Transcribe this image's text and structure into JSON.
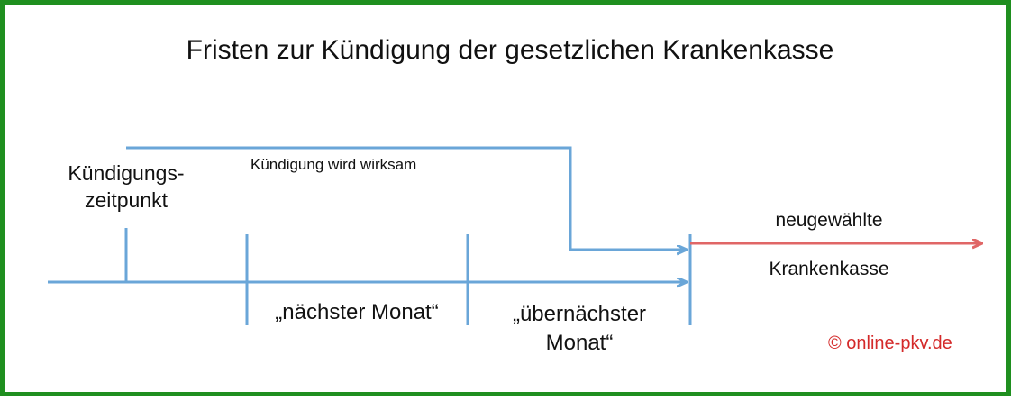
{
  "title": "Fristen zur Kündigung der gesetzlichen Krankenkasse",
  "labels": {
    "kuendigungszeitpunkt": "Kündigungs-\nzeitpunkt",
    "kuendigung_wirksam": "Kündigung wird wirksam",
    "naechster_monat": "„nächster Monat“",
    "uebernaechster_monat": "„übernächster\nMonat“",
    "neugewaehlte": "neugewählte",
    "krankenkasse": "Krankenkasse"
  },
  "copyright": "© online-pkv.de",
  "colors": {
    "border": "#1f8f1f",
    "timeline": "#6aa6d8",
    "new_insurer_arrow": "#e06666",
    "copyright": "#d42a2a",
    "text": "#111111"
  }
}
